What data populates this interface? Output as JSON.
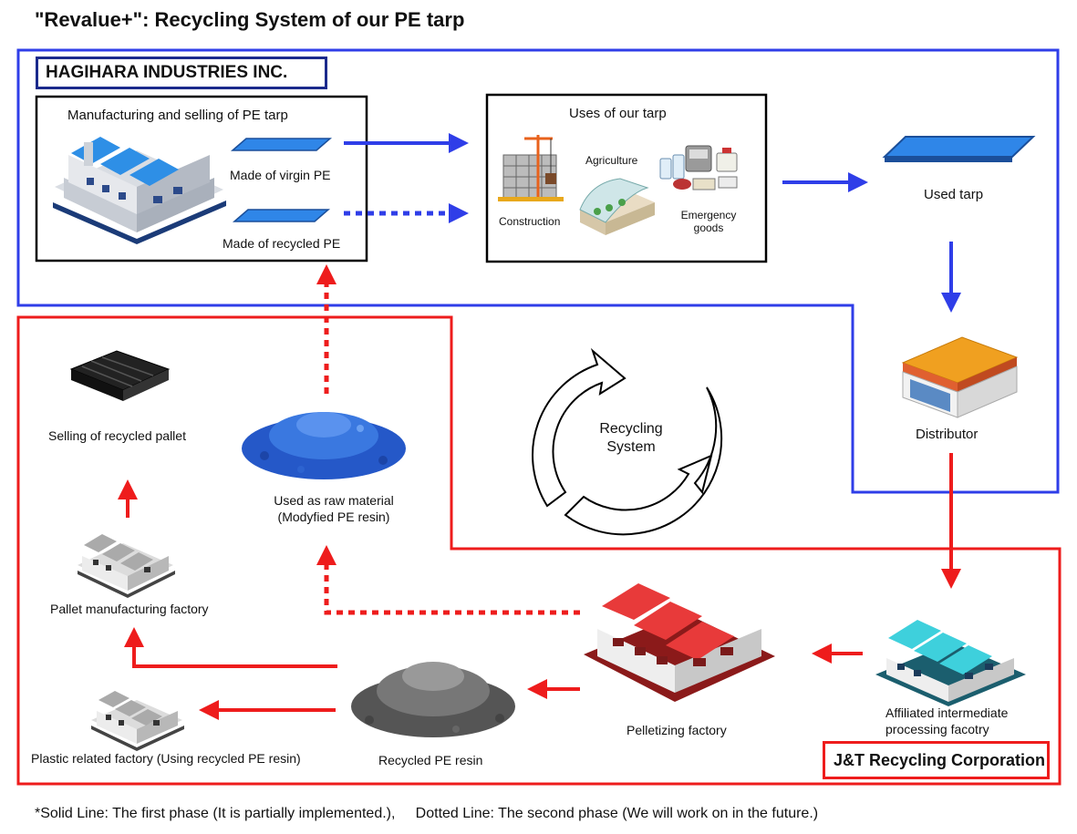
{
  "title": "\"Revalue+\": Recycling System of our PE tarp",
  "hagihara": {
    "name": "HAGIHARA INDUSTRIES INC."
  },
  "jt": {
    "name": "J&T Recycling Corporation"
  },
  "manufacturing": {
    "title": "Manufacturing and selling of PE tarp",
    "virgin": "Made of virgin PE",
    "recycled": "Made of recycled PE"
  },
  "uses": {
    "title": "Uses of our tarp",
    "construction": "Construction",
    "agriculture": "Agriculture",
    "emergency": "Emergency\ngoods"
  },
  "used_tarp": "Used tarp",
  "distributor": "Distributor",
  "affiliated": "Affiliated intermediate\nprocessing facotry",
  "pelletizing": "Pelletizing factory",
  "recycled_resin": "Recycled PE resin",
  "plastic_factory": "Plastic related factory (Using recycled PE resin)",
  "pallet_factory": "Pallet manufacturing factory",
  "selling_pallet": "Selling of recycled pallet",
  "raw_material": "Used as raw material\n(Modyfied PE resin)",
  "recycling_system": "Recycling\nSystem",
  "footnote": "*Solid Line: The first phase (It is partially implemented.),     Dotted Line: The second phase (We will work on in the future.)",
  "colors": {
    "blue": "#2f3ee8",
    "red": "#ee1c1c",
    "navy": "#1b2a8c",
    "tarp": "#2f86e8"
  }
}
